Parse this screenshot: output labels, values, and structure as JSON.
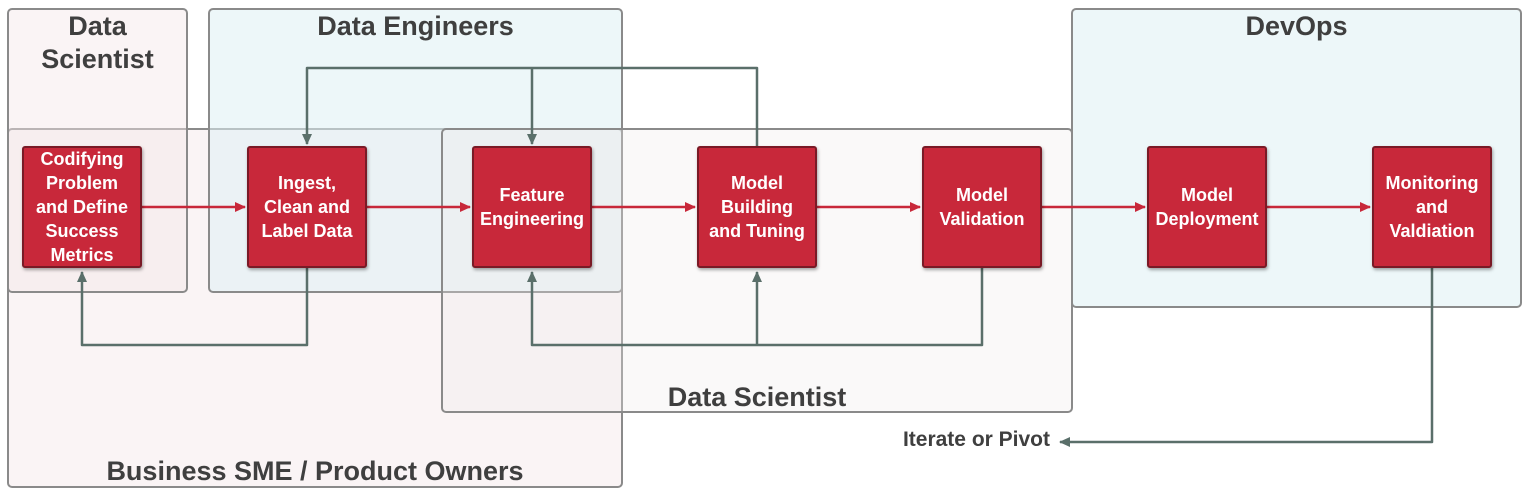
{
  "regions": {
    "data_scientist_top": "Data\nScientist",
    "data_engineers": "Data Engineers",
    "devops": "DevOps",
    "business": "Business SME / Product Owners",
    "data_scientist_bottom": "Data Scientist"
  },
  "nodes": [
    {
      "id": "codify",
      "label": "Codifying\nProblem\nand Define\nSuccess\nMetrics"
    },
    {
      "id": "ingest",
      "label": "Ingest,\nClean and\nLabel Data"
    },
    {
      "id": "feature",
      "label": "Feature\nEngineering"
    },
    {
      "id": "build",
      "label": "Model\nBuilding\nand Tuning"
    },
    {
      "id": "validate",
      "label": "Model\nValidation"
    },
    {
      "id": "deploy",
      "label": "Model\nDeployment"
    },
    {
      "id": "monitor",
      "label": "Monitoring\nand\nValdiation"
    }
  ],
  "iterate_label": "Iterate or Pivot",
  "colors": {
    "node_fill": "#c8283a",
    "forward_arrow": "#c8283a",
    "feedback_arrow": "#5a6f6a",
    "region_blue": "#dff0f4",
    "region_pink": "#f3e6e8"
  }
}
